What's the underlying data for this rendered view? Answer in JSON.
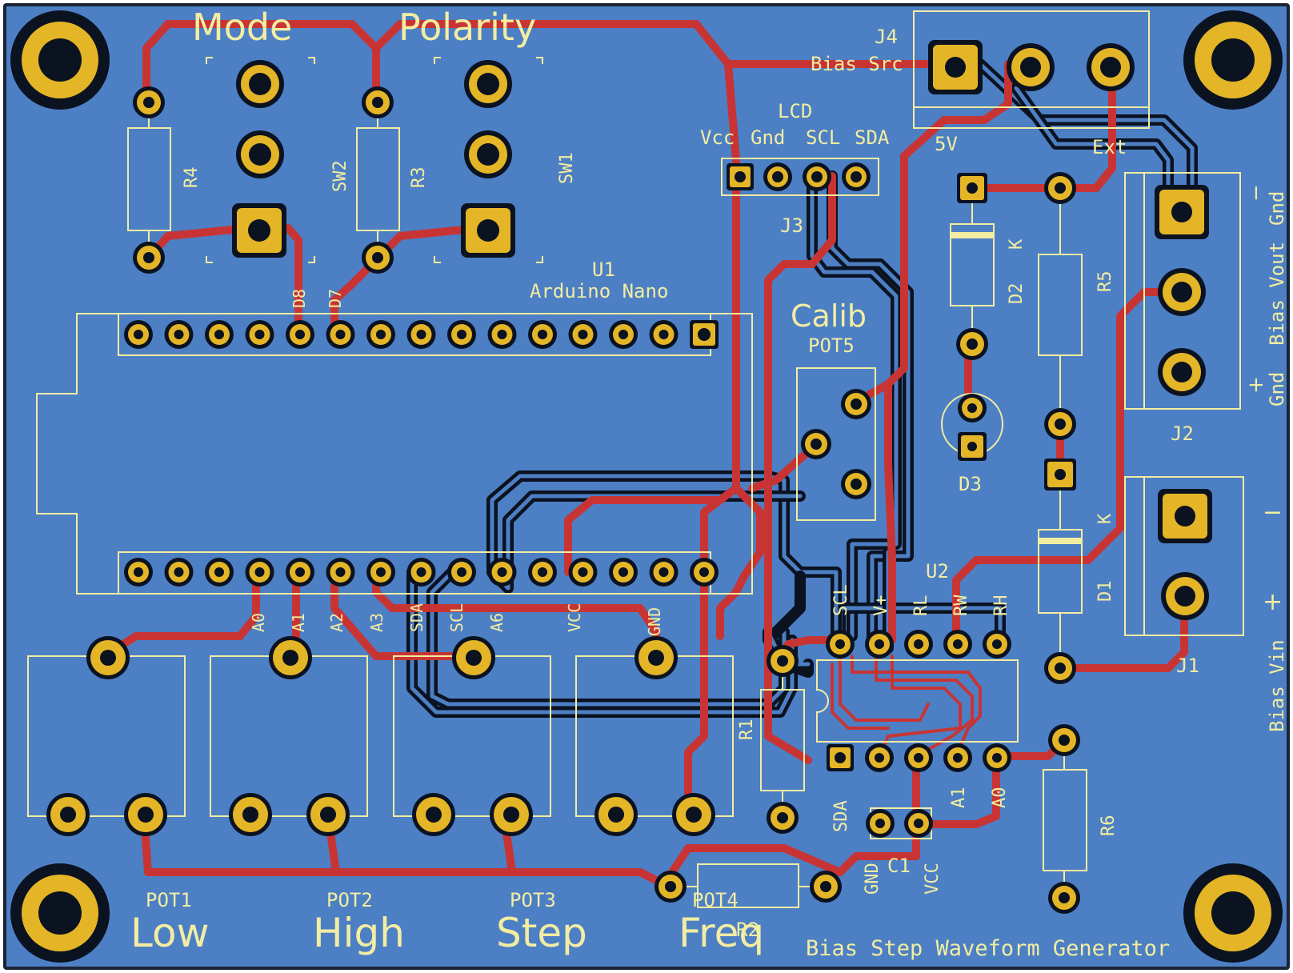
{
  "board": {
    "title": "Bias Step Waveform Generator",
    "colors": {
      "board": "#4d7fc4",
      "copper_top": "#c83434",
      "copper_bottom": "#0b1220",
      "pad": "#e4b526",
      "silk": "#f2eda1",
      "outline": "#1a2333"
    }
  },
  "switches": {
    "mode_label": "Mode",
    "polarity_label": "Polarity",
    "sw2": "SW2",
    "sw1": "SW1"
  },
  "resistors": {
    "r1": "R1",
    "r2": "R2",
    "r3": "R3",
    "r4": "R4",
    "r5": "R5",
    "r6": "R6"
  },
  "arduino": {
    "ref": "U1",
    "name": "Arduino Nano",
    "d8": "D8",
    "d7": "D7",
    "pins": {
      "a0": "A0",
      "a1": "A1",
      "a2": "A2",
      "a3": "A3",
      "sda": "SDA",
      "scl": "SCL",
      "a6": "A6",
      "vcc": "VCC",
      "gnd": "GND"
    }
  },
  "lcd": {
    "title": "LCD",
    "vcc": "Vcc",
    "gnd": "Gnd",
    "scl": "SCL",
    "sda": "SDA",
    "ref": "J3"
  },
  "j4": {
    "ref": "J4",
    "label": "Bias Src",
    "v5": "5V",
    "ext": "Ext"
  },
  "diodes": {
    "d2": "D2",
    "d1": "D1",
    "k": "K",
    "d3": "D3"
  },
  "calib": {
    "label": "Calib",
    "ref": "POT5"
  },
  "j2": {
    "ref": "J2",
    "minus": "−",
    "gnd_top": "Gnd",
    "vout": "Bias Vout",
    "plus": "+",
    "gnd_bottom": "Gnd"
  },
  "j1": {
    "ref": "J1",
    "minus": "−",
    "plus": "+",
    "vin": "Bias Vin"
  },
  "u2": {
    "ref": "U2",
    "scl": "SCL",
    "vplus": "V+",
    "rl": "RL",
    "rw": "RW",
    "rh": "RH",
    "sda": "SDA",
    "gnd": "GND",
    "vcc": "VCC",
    "a1": "A1",
    "a0": "A0"
  },
  "c1": "C1",
  "pots": [
    {
      "ref": "POT1",
      "label": "Low"
    },
    {
      "ref": "POT2",
      "label": "High"
    },
    {
      "ref": "POT3",
      "label": "Step"
    },
    {
      "ref": "POT4",
      "label": "Freq"
    }
  ]
}
